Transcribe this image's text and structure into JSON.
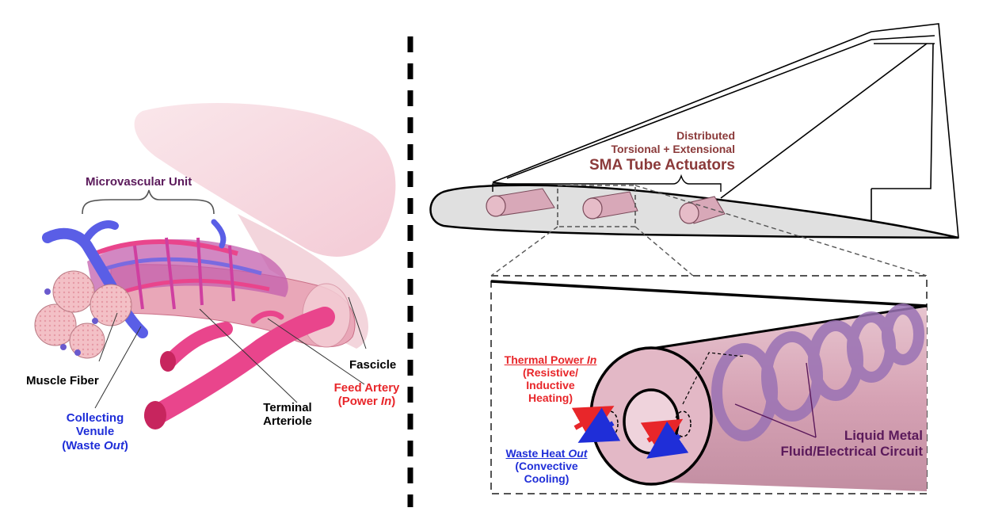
{
  "colors": {
    "black": "#000000",
    "red": "#e8262a",
    "blue": "#1f2ed8",
    "purple_label": "#5b1a5b",
    "brown_label": "#8b3a3a",
    "vessel_pink": "#e9458c",
    "vein_blue": "#5a5ee6",
    "fiber_pink": "#f2b8be",
    "tube_pink": "#d8a8b8",
    "coil_purple": "#a07ab8",
    "wing_gray": "#e0e0e0"
  },
  "left_panel": {
    "microvascular_unit": "Microvascular Unit",
    "muscle_fiber": "Muscle Fiber",
    "collecting_venule": [
      "Collecting",
      "Venule"
    ],
    "waste_out": {
      "pre": "(Waste ",
      "emph": "Out",
      "post": ")"
    },
    "terminal_arteriole": [
      "Terminal",
      "Arteriole"
    ],
    "fascicle": "Fascicle",
    "feed_artery": "Feed Artery",
    "power_in": {
      "pre": "(Power ",
      "emph": "In",
      "post": ")"
    }
  },
  "right_panel": {
    "distributed": "Distributed",
    "torsional": "Torsional + Extensional",
    "sma_actuators": "SMA Tube Actuators",
    "thermal_power": {
      "pre": "Thermal Power ",
      "emph": "In"
    },
    "thermal_sub": [
      "(Resistive/",
      "Inductive",
      "Heating)"
    ],
    "waste_heat": {
      "pre": "Waste Heat ",
      "emph": "Out"
    },
    "waste_sub": [
      "(Convective",
      "Cooling)"
    ],
    "liquid_metal": [
      "Liquid Metal",
      "Fluid/Electrical Circuit"
    ]
  },
  "icons": [
    "microvascular-illustration",
    "wing-outline",
    "tube-cross-section",
    "heat-in-arrow",
    "heat-out-arrow"
  ]
}
